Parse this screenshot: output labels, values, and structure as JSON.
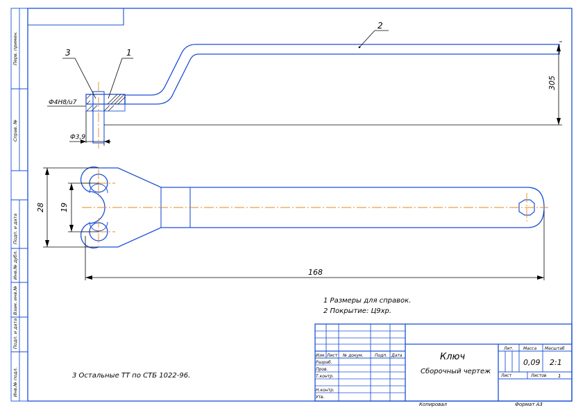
{
  "callouts": {
    "part2": "2",
    "part3": "3",
    "part1": "1"
  },
  "dims": {
    "height_305": "305",
    "hole_fit": "Ф4Н8/u7",
    "dia_39": "Ф3,9",
    "width_28": "28",
    "width_19": "19",
    "length_168": "168"
  },
  "notes": {
    "line1": "1 Размеры для справок.",
    "line2": "2 Покрытие: Ц9хр.",
    "line3": "3 Остальные ТТ по СТБ 1022-96."
  },
  "side_strip": {
    "perv_primen": "Перв. примен.",
    "sprav": "Справ. №",
    "podp_data_1": "Подп. и дата",
    "inv_dubl": "Инв.№ дубл.",
    "vzam_inv": "Взам. инв.№",
    "podp_data_2": "Подп. и дата",
    "inv_podl": "Инв.№ подл."
  },
  "title_block": {
    "name": "Ключ",
    "doc_type": "Сборочный чертеж",
    "h_izm": "Изм.",
    "h_list": "Лист",
    "h_docnum": "№ докум.",
    "h_podp": "Подп.",
    "h_data": "Дата",
    "razrab": "Разраб.",
    "prov": "Пров.",
    "tkontr": "Т.контр.",
    "nkontr": "Н.контр.",
    "utv": "Утв.",
    "lit_label": "Лит.",
    "massa_label": "Масса",
    "masshtab_label": "Масштаб",
    "massa": "0,09",
    "masshtab": "2:1",
    "list_label": "Лист",
    "listov_label": "Листов",
    "listov": "1",
    "kopiroval": "Копировал",
    "format": "Формат  А3"
  }
}
